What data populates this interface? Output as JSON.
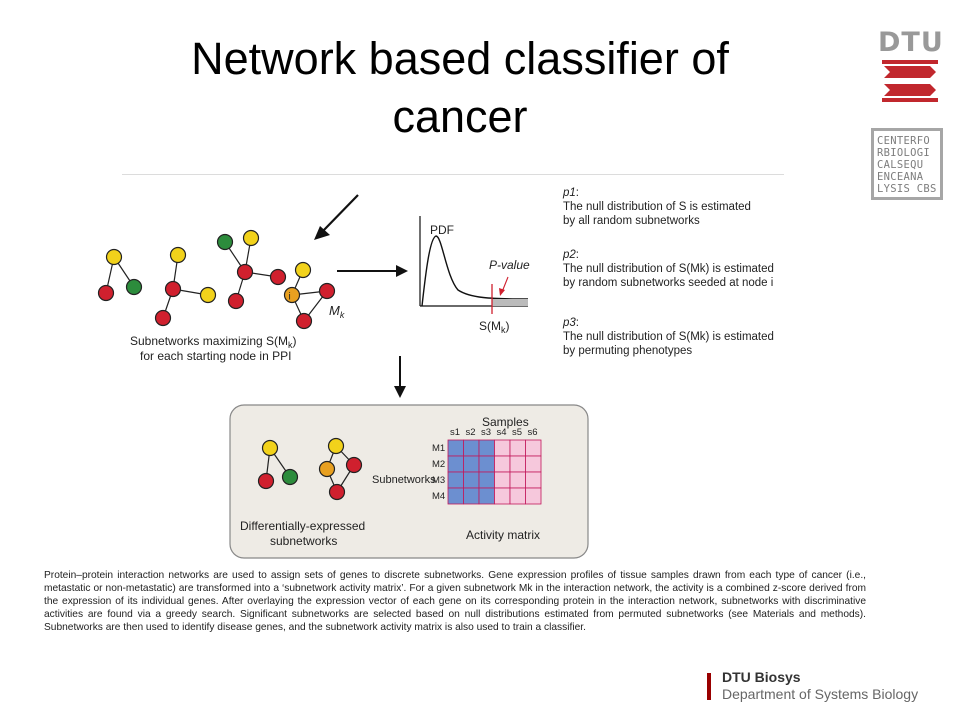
{
  "slide": {
    "title": "Network based classifier of cancer"
  },
  "logos": {
    "dtu_text": "DTU",
    "cbs_lines": [
      "CENTERFO",
      "RBIOLOGI",
      "CALSEQU",
      "ENCEANA",
      "LYSIS CBS"
    ]
  },
  "figure": {
    "subnet_label_1": "Subnetworks maximizing S(M",
    "subnet_label_1_sub": "k",
    "subnet_label_1_end": ")",
    "subnet_label_2": "for each starting node in PPI",
    "mk_label": "M",
    "mk_sub": "k",
    "node_i_label": "i",
    "pdf_label": "PDF",
    "pvalue_label": "P-value",
    "smk_label": "S(M",
    "smk_sub": "k",
    "smk_end": ")",
    "p_blocks": [
      {
        "head": "p1",
        "suffix": ":",
        "lines": [
          "The null distribution of S is estimated",
          "by all random subnetworks"
        ]
      },
      {
        "head": "p2",
        "suffix": ":",
        "lines": [
          "The null distribution of S(Mk) is estimated",
          "by random subnetworks seeded at node i"
        ]
      },
      {
        "head": "p3",
        "suffix": ":",
        "lines": [
          "The null distribution of S(Mk) is estimated",
          "by permuting phenotypes"
        ]
      }
    ],
    "samples_label": "Samples",
    "sample_cols": [
      "s1",
      "s2",
      "s3",
      "s4",
      "s5",
      "s6"
    ],
    "module_rows": [
      "M1",
      "M2",
      "M3",
      "M4"
    ],
    "subnetworks_label": "Subnetworks",
    "diff_label_1": "Differentially-expressed",
    "diff_label_2": "subnetworks",
    "activity_label": "Activity matrix"
  },
  "caption": {
    "text": "Protein–protein interaction networks are used to assign sets of genes to discrete subnetworks. Gene expression profiles of tissue samples drawn from each type of cancer (i.e., metastatic or non-metastatic) are transformed into a ‘subnetwork activity matrix’. For a given subnetwork Mk in the interaction network, the activity is a combined z-score derived from the expression of its individual genes. After overlaying the expression vector of each gene on its corresponding protein in the interaction network, subnetworks with discriminative activities are found via a greedy search. Significant subnetworks are selected based on null distributions estimated from permuted subnetworks (see Materials and methods). Subnetworks are then used to identify disease genes, and the subnetwork activity matrix is also used to train a classifier."
  },
  "footer": {
    "line1": "DTU Biosys",
    "line2": "Department of Systems Biology"
  },
  "colors": {
    "red_node": "#d0202e",
    "yellow_node": "#f2d21b",
    "green_node": "#2c8c3c",
    "orange_node": "#e8a020",
    "accent_red": "#990000",
    "blue_cell": "#6c8fd0",
    "pink_cell": "#f6c8dc"
  }
}
